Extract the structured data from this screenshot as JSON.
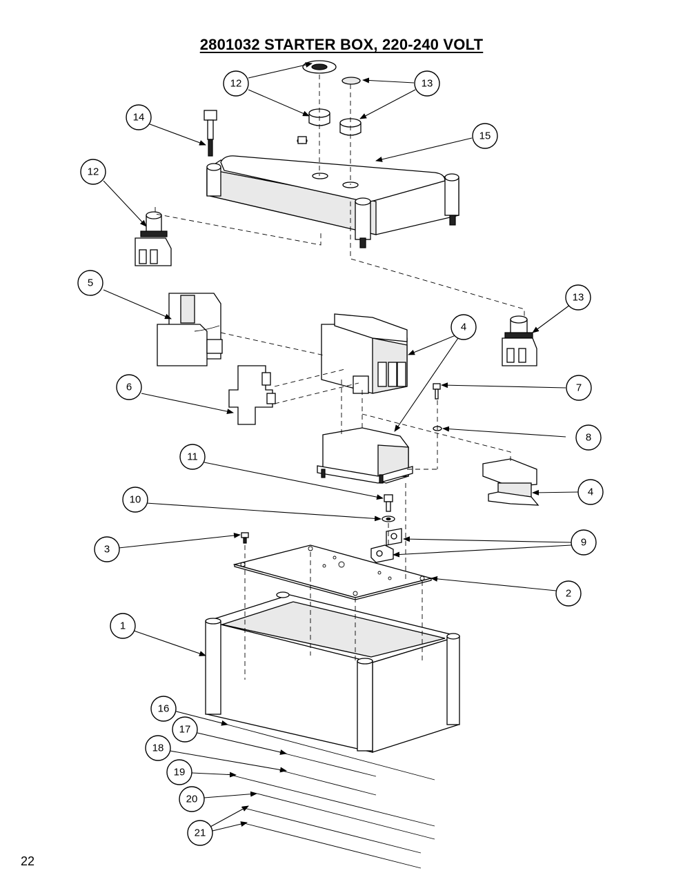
{
  "title": "2801032  STARTER BOX, 220-240 VOLT",
  "page_number": "22",
  "callouts": [
    "12",
    "13",
    "14",
    "15",
    "12",
    "5",
    "13",
    "4",
    "6",
    "7",
    "8",
    "11",
    "4",
    "10",
    "9",
    "3",
    "2",
    "1",
    "16",
    "17",
    "18",
    "19",
    "20",
    "21"
  ]
}
